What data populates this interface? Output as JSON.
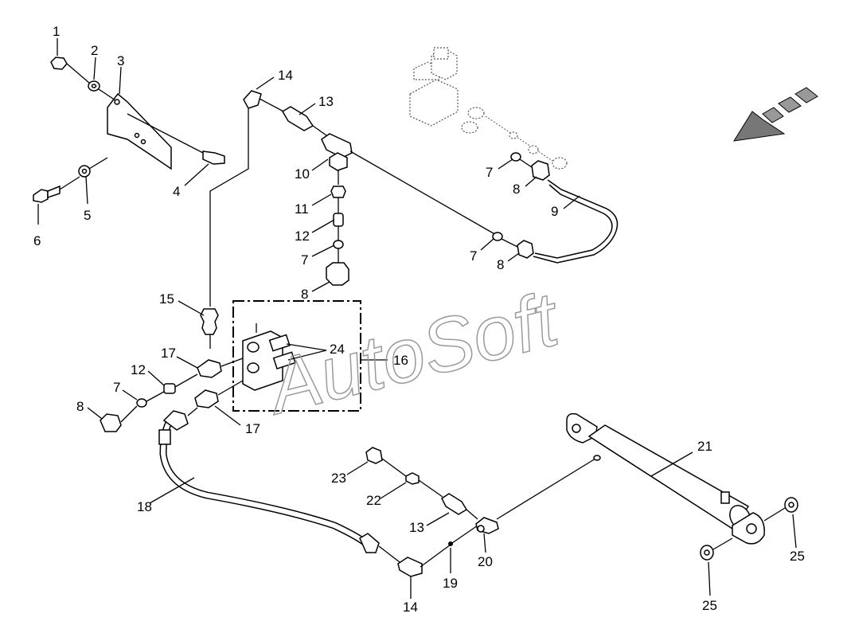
{
  "watermark": "AutoSoft",
  "colors": {
    "line": "#000000",
    "background": "#ffffff",
    "watermark": "#9a9a9a",
    "direction_arrow": "#666666"
  },
  "callouts": {
    "c1": "1",
    "c2": "2",
    "c3": "3",
    "c4": "4",
    "c5": "5",
    "c6": "6",
    "c7a": "7",
    "c7b": "7",
    "c7c": "7",
    "c7d": "7",
    "c8a": "8",
    "c8b": "8",
    "c8c": "8",
    "c8d": "8",
    "c9": "9",
    "c10": "10",
    "c11": "11",
    "c12a": "12",
    "c12b": "12",
    "c13a": "13",
    "c13b": "13",
    "c14a": "14",
    "c14b": "14",
    "c15": "15",
    "c16": "16",
    "c17a": "17",
    "c17b": "17",
    "c18": "18",
    "c19": "19",
    "c20": "20",
    "c21": "21",
    "c22": "22",
    "c23": "23",
    "c24": "24",
    "c25a": "25",
    "c25b": "25"
  },
  "icons": {
    "direction": "direction-arrow-icon"
  }
}
